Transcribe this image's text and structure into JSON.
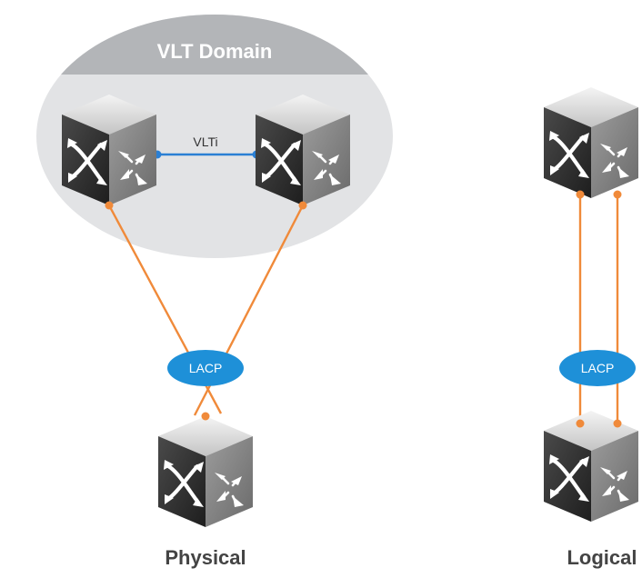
{
  "diagram": {
    "domain_label": "VLT Domain",
    "vlti_label": "VLTi",
    "lacp_label_physical": "LACP",
    "lacp_label_logical": "LACP",
    "caption_physical": "Physical",
    "caption_logical": "Logical"
  },
  "colors": {
    "domain_fill": "#e2e3e5",
    "domain_header": "#b3b5b8",
    "vlti_link": "#2a7fd4",
    "lacp_link": "#f08a3a",
    "lacp_bubble": "#1e90d8",
    "caption": "#444444"
  },
  "icons": [
    "switch-cube-icon"
  ]
}
